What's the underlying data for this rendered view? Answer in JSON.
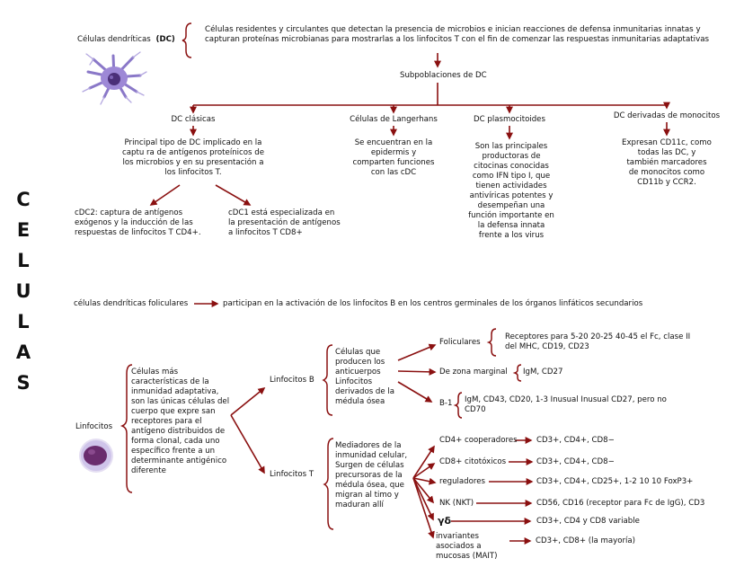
{
  "side_title": [
    "C",
    "E",
    "L",
    "U",
    "L",
    "A",
    "S"
  ],
  "dendritic": {
    "label": "Células dendríticas",
    "abbr": "(DC)",
    "definition": "Células residentes y circulantes que detectan la presencia de microbios e inician reacciones de defensa inmunitarias innatas y capturan proteínas microbianas para mostrarlas a los linfocitos T con el fin de comenzar las respuestas inmunitarias adaptativas",
    "subpop_title": "Subpoblaciones de DC",
    "subtypes": [
      {
        "name": "DC clásicas",
        "desc": "Principal tipo de DC implicado en la captu ra de antígenos proteínicos de los microbios  y en su presentación a los linfocitos T."
      },
      {
        "name": "Células de Langerhans",
        "desc": "Se encuentran en la epidermis y comparten funciones con las cDC"
      },
      {
        "name": "DC plasmocitoides",
        "desc": "Son las principales productoras de citocinas conocidas como IFN tipo I, que tienen actividades antivíricas potentes y desempeñan una función importante en la defensa innata frente a los virus"
      },
      {
        "name": "DC derivadas de monocitos",
        "desc": "Expresan CD11c, como todas las DC, y también marcadores de monocitos como CD11b y CCR2."
      }
    ],
    "cdc2": "cDC2: captura de antígenos exógenos y la inducción de las respuestas de linfocitos T CD4+.",
    "cdc1": "cDC1 está especializada en la presentación de antígenos a linfocitos T CD8+"
  },
  "follicular": {
    "label": "células dendríticas foliculares",
    "desc": "participan en la activación de los linfocitos B en los centros germinales de los órganos linfáticos secundarios"
  },
  "lymphocytes": {
    "label": "Linfocitos",
    "desc": "Células más características de la inmunidad adaptativa, son las únicas células del cuerpo que expre san receptores para el antígeno distribuidos de forma clonal, cada uno específico frente a un determinante antigénico diferente",
    "b": {
      "label": "Linfocitos B",
      "desc": "Células que producen los anticuerpos Linfocitos derivados de la médula ósea",
      "types": [
        {
          "name": "Foliculares",
          "markers": "Receptores para 5-20 20-25 40-45 el Fc, clase II del MHC, CD19, CD23"
        },
        {
          "name": "De zona marginal",
          "markers": "IgM, CD27"
        },
        {
          "name": "B-1",
          "markers": "IgM, CD43, CD20, 1-3 Inusual Inusual CD27, pero no CD70"
        }
      ]
    },
    "t": {
      "label": "Linfocitos T",
      "desc": "Mediadores de la inmunidad celular, Surgen de células precursoras de la médula ósea, que migran al timo y maduran allí",
      "types": [
        {
          "name": "CD4+ cooperadores",
          "markers": "CD3+, CD4+, CD8−"
        },
        {
          "name": "CD8+ citotóxicos",
          "markers": "CD3+, CD4+, CD8−"
        },
        {
          "name": "reguladores",
          "markers": "CD3+, CD4+, CD25+, 1-2 10 10 FoxP3+"
        },
        {
          "name": "NK (NKT)",
          "markers": "CD56, CD16 (receptor para Fc de IgG), CD3"
        },
        {
          "name": "γδ",
          "markers": "CD3+, CD4 y CD8 variable"
        },
        {
          "name": "invariantes asociados a mucosas (MAIT)",
          "markers": "CD3+, CD8+ (la mayoría)"
        }
      ]
    }
  },
  "colors": {
    "accent": "#8a1010",
    "text": "#111111"
  }
}
